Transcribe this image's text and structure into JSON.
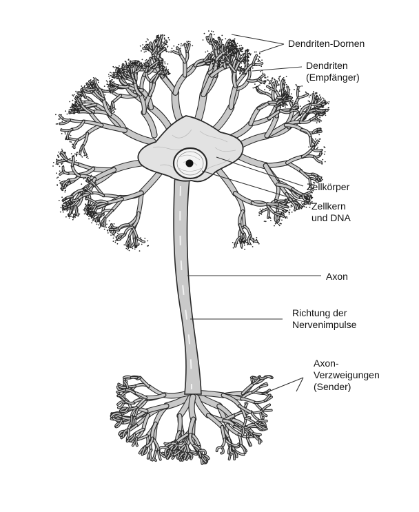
{
  "labels": {
    "spines": "Dendriten-Dornen",
    "dendrites": [
      "Dendriten",
      "(Empfänger)"
    ],
    "soma": "Zellkörper",
    "nucleus": [
      "Zellkern",
      "und DNA"
    ],
    "axon": "Axon",
    "direction": [
      "Richtung der",
      "Nervenimpulse"
    ],
    "terminals": [
      "Axon-",
      "Verzweigungen",
      "(Sender)"
    ]
  },
  "colors": {
    "cell_fill": "#c9c9c9",
    "soma_fill": "#e2e2e2",
    "outline": "#2a2a2a",
    "text": "#111111"
  }
}
